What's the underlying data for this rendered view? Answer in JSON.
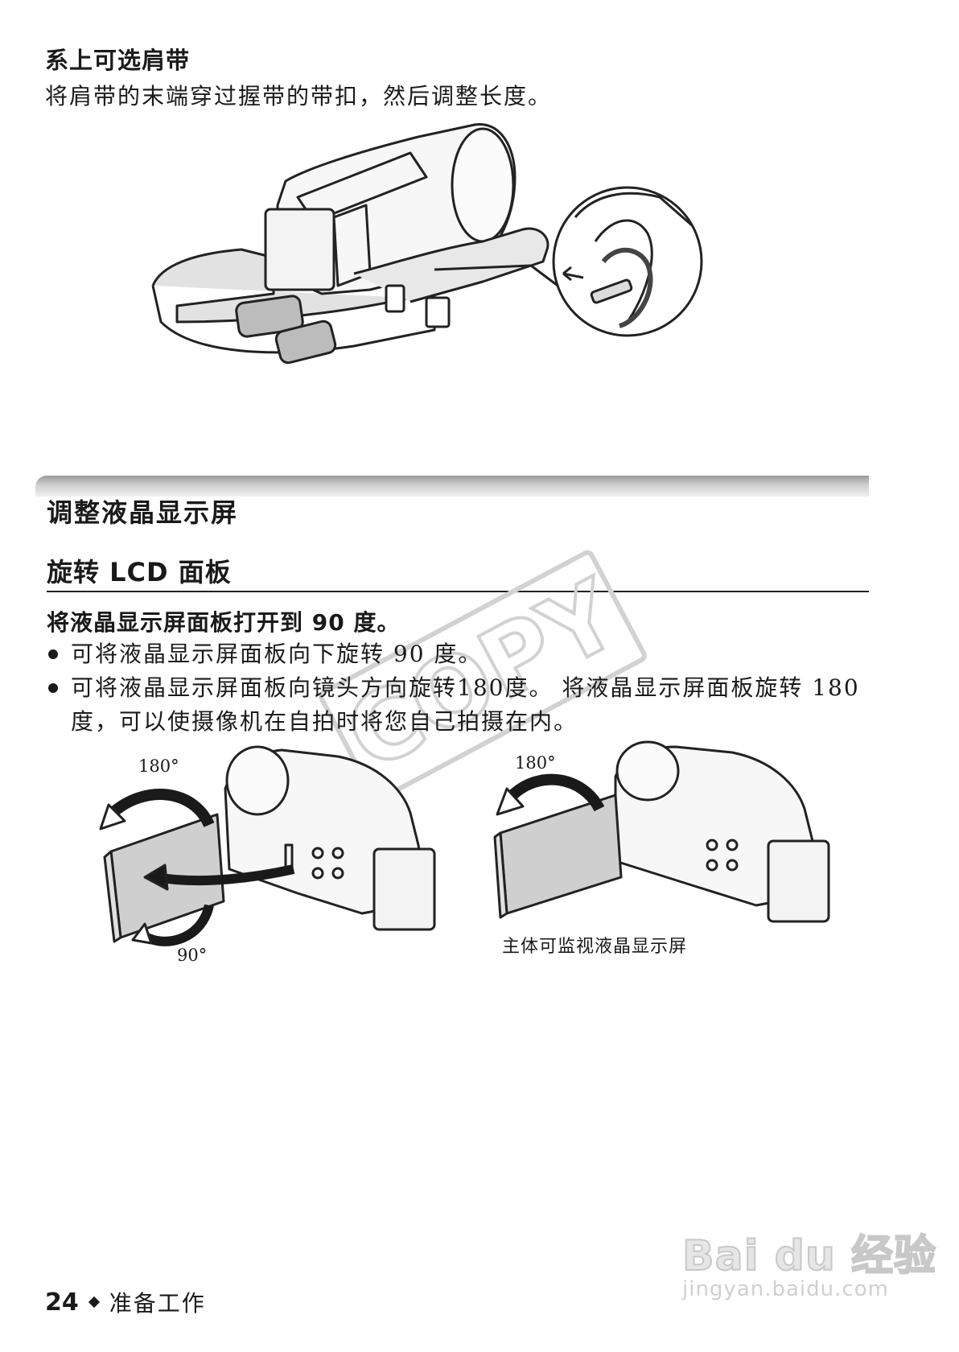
{
  "section1": {
    "title": "系上可选肩带",
    "text": "将肩带的末端穿过握带的带扣，然后调整长度。"
  },
  "section2": {
    "title": "调整液晶显示屏",
    "subtitle": "旋转 LCD 面板",
    "lead": "将液晶显示屏面板打开到 90 度。",
    "bullets": [
      "可将液晶显示屏面板向下旋转 90 度。",
      "可将液晶显示屏面板向镜头方向旋转180度。 将液晶显示屏面板旋转 180 度，可以使摄像机在自拍时将您自己拍摄在内。"
    ]
  },
  "figure2": {
    "label_180_left": "180°",
    "label_90": "90°",
    "label_180_right": "180°",
    "caption": "主体可监视液晶显示屏"
  },
  "watermark_copy": "COPY",
  "footer": {
    "page_number": "24",
    "section": "准备工作"
  },
  "baidu_watermark": {
    "line1": "Bai du 经验",
    "line2": "jingyan.baidu.com"
  },
  "icons": [
    "diamond-icon",
    "bullet-dot-icon",
    "rotate-arrow-icon"
  ]
}
